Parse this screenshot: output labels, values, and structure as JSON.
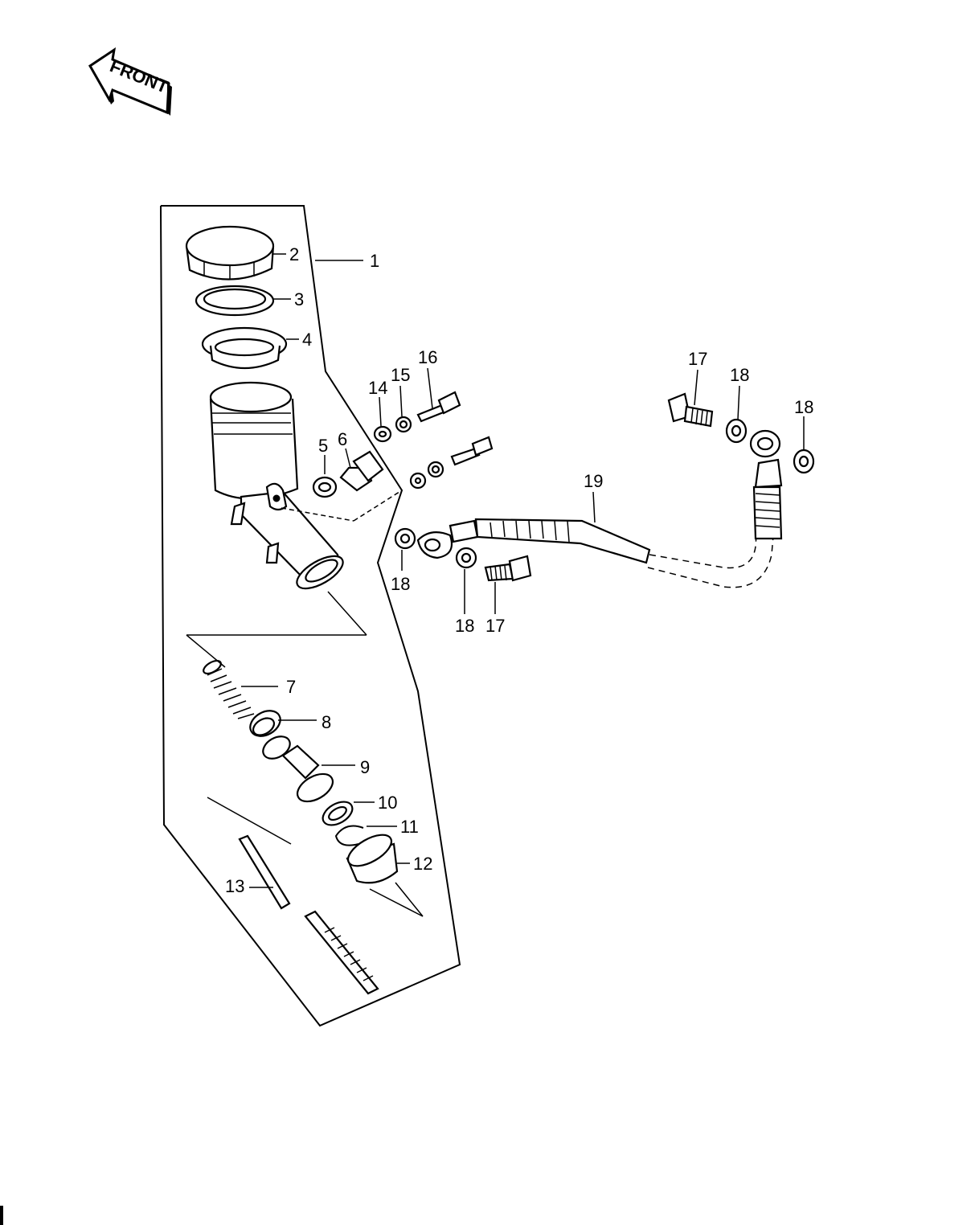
{
  "front_label": "FRONT",
  "callouts": {
    "c1": "1",
    "c2": "2",
    "c3": "3",
    "c4": "4",
    "c5": "5",
    "c6": "6",
    "c7": "7",
    "c8": "8",
    "c9": "9",
    "c10": "10",
    "c11": "11",
    "c12": "12",
    "c13": "13",
    "c14": "14",
    "c15": "15",
    "c16": "16",
    "c17a": "17",
    "c17b": "17",
    "c18a": "18",
    "c18b": "18",
    "c18c": "18",
    "c18d": "18",
    "c19": "19"
  }
}
